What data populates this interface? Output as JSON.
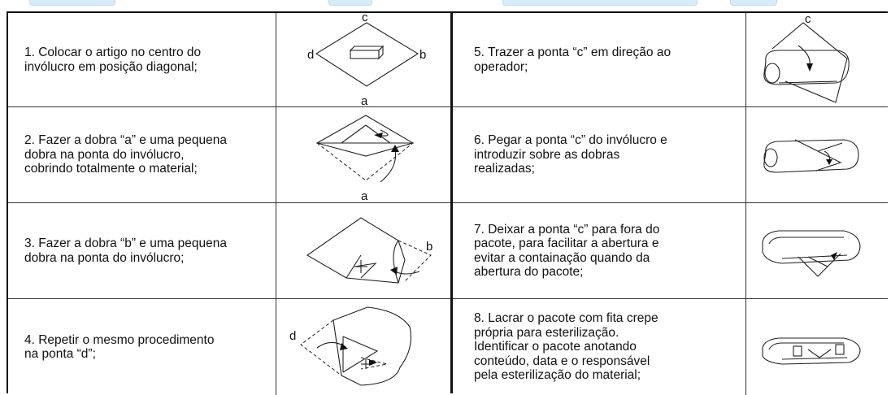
{
  "colors": {
    "tab_fill": "#d8ecf8",
    "rule": "#111111"
  },
  "left_steps": [
    {
      "text": "1. Colocar o artigo no centro do\n    invólucro em posição diagonal;",
      "labels": {
        "c": "c",
        "d": "d",
        "b": "b",
        "a": "a"
      }
    },
    {
      "text": "2. Fazer a dobra “a” e uma pequena\n    dobra na ponta do invólucro,\n    cobrindo totalmente o material;",
      "labels": {
        "a": "a"
      }
    },
    {
      "text": "3. Fazer a dobra “b” e uma pequena\n    dobra na ponta do invólucro;",
      "labels": {
        "b": "b"
      }
    },
    {
      "text": "4. Repetir o mesmo procedimento\n    na ponta “d”;",
      "labels": {
        "d": "d"
      }
    }
  ],
  "right_steps": [
    {
      "text": "5. Trazer a ponta “c” em direção ao\n    operador;",
      "labels": {
        "c": "c"
      }
    },
    {
      "text": "6. Pegar a ponta “c” do invólucro e\n    introduzir sobre as dobras\n    realizadas;"
    },
    {
      "text": "7. Deixar a ponta “c” para fora do\n    pacote, para facilitar a abertura e\n    evitar a containação quando da\n    abertura do pacote;"
    },
    {
      "text": "8. Lacrar o pacote com fita crepe\n    própria para esterilização.\n    Identificar o pacote anotando\n    conteúdo, data e o responsável\n    pela esterilização do material;"
    }
  ]
}
